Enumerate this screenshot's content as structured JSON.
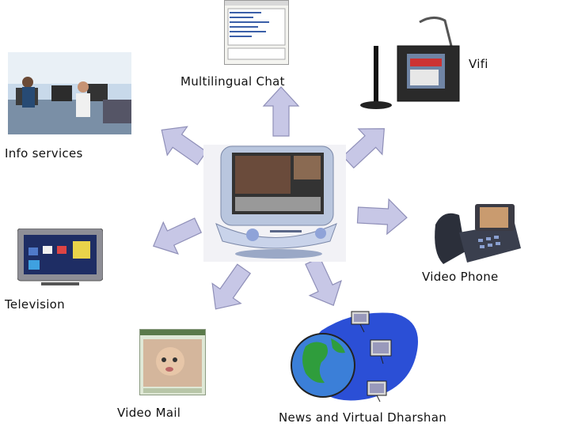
{
  "diagram": {
    "center": {
      "icon": "imac-computer-icon"
    },
    "colors": {
      "arrow_fill": "#c7c7e6",
      "arrow_stroke": "#8f8fb8"
    },
    "nodes": [
      {
        "id": "multilingual-chat",
        "label": "Multilingual Chat",
        "icon": "chat-window-icon"
      },
      {
        "id": "vifi",
        "label": "Vifi",
        "icon": "wifi-card-antenna-icon"
      },
      {
        "id": "info-services",
        "label": "Info services",
        "icon": "office-workers-photo-icon"
      },
      {
        "id": "video-phone",
        "label": "Video Phone",
        "icon": "video-phone-icon"
      },
      {
        "id": "television",
        "label": "Television",
        "icon": "television-icon"
      },
      {
        "id": "video-mail",
        "label": "Video Mail",
        "icon": "video-mail-window-icon"
      },
      {
        "id": "news-virtual-dharshan",
        "label": "News and Virtual Dharshan",
        "icon": "networked-globe-icon"
      }
    ]
  }
}
